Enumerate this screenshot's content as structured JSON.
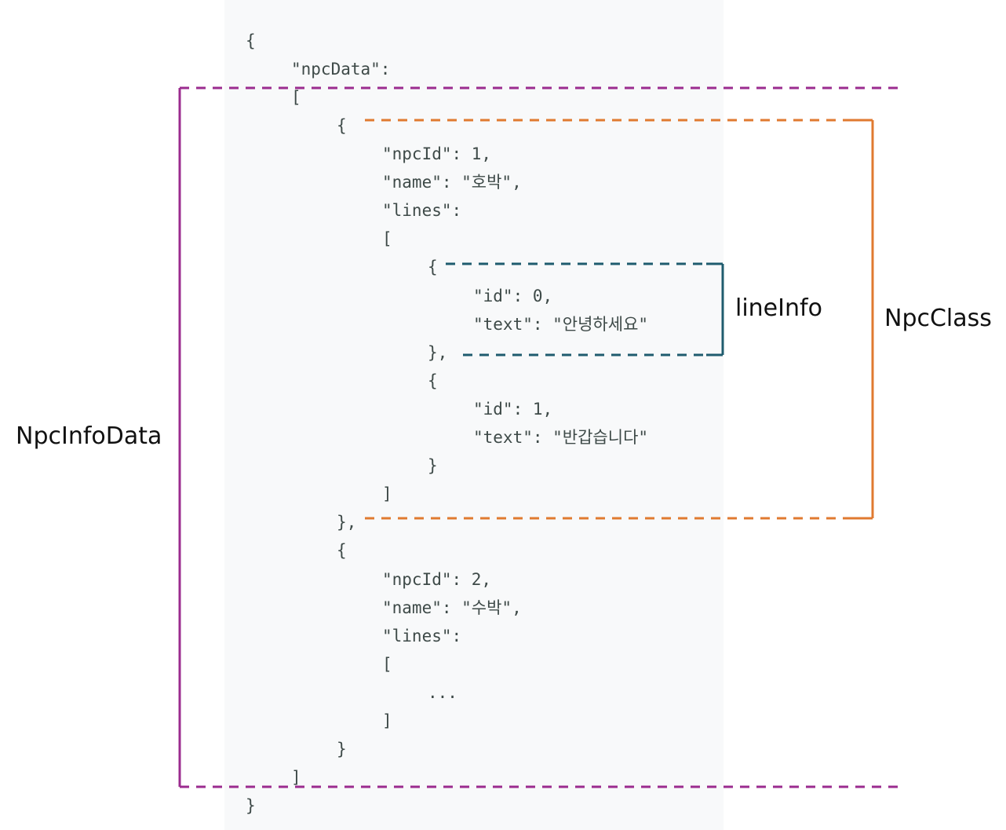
{
  "code": {
    "lines": [
      "{",
      "\"npcData\":",
      "[",
      "{",
      "\"npcId\": 1,",
      "\"name\": \"호박\",",
      "\"lines\":",
      "[",
      "{",
      "\"id\": 0,",
      "\"text\": \"안녕하세요\"",
      "},",
      "{",
      "\"id\": 1,",
      "\"text\": \"반갑습니다\"",
      "}",
      "]",
      "},",
      "{",
      "\"npcId\": 2,",
      "\"name\": \"수박\",",
      "\"lines\":",
      "[",
      "...",
      "]",
      "}",
      "]",
      "}"
    ]
  },
  "annotations": {
    "npc_info_data": {
      "label": "NpcInfoData",
      "color": "#9b2c8f"
    },
    "npc_class": {
      "label": "NpcClass",
      "color": "#e07a30"
    },
    "line_info": {
      "label": "lineInfo",
      "color": "#1f5c6e"
    }
  },
  "colors": {
    "code_text": "#3e4a48",
    "code_background": "#f8f9fa"
  }
}
